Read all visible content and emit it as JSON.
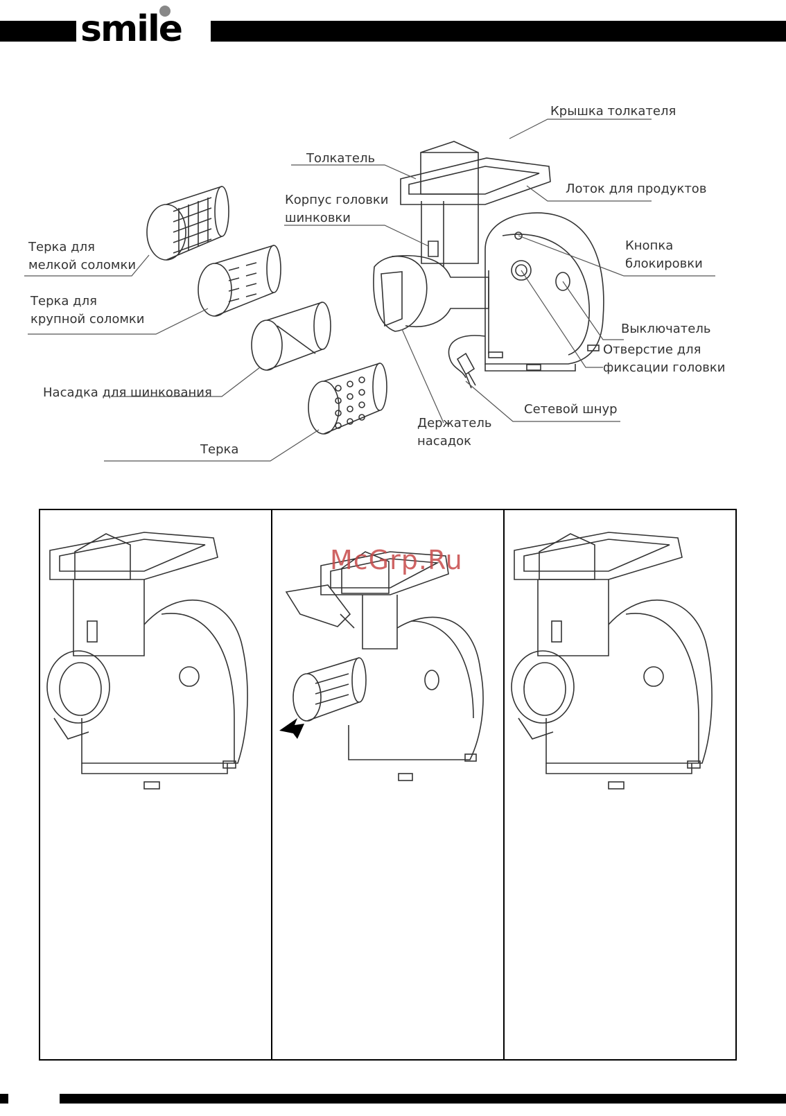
{
  "header": {
    "logo_text": "smile"
  },
  "diagram": {
    "labels": {
      "pusher_cover": "Крышка толкателя",
      "pusher": "Толкатель",
      "food_tray": "Лоток для продуктов",
      "head_body_1": "Корпус головки",
      "head_body_2": "шинковки",
      "lock_button_1": "Кнопка",
      "lock_button_2": "блокировки",
      "fine_grater_1": "Терка для",
      "fine_grater_2": "мелкой соломки",
      "coarse_grater_1": "Терка для",
      "coarse_grater_2": "крупной соломки",
      "switch": "Выключатель",
      "head_hole_1": "Отверстие для",
      "head_hole_2": "фиксации головки",
      "slicer": "Насадка для шинкования",
      "power_cord": "Сетевой шнур",
      "holder_1": "Держатель",
      "holder_2": "насадок",
      "grater": "Терка"
    }
  },
  "watermark": "McGrp.Ru"
}
